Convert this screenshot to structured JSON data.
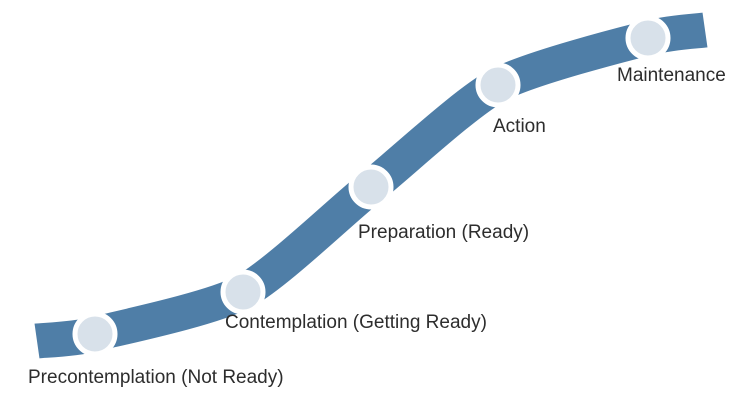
{
  "colors": {
    "background": "#ffffff",
    "ribbon": "#4f7ea7",
    "marker_fill": "#d8e1ea",
    "marker_ring": "#ffffff",
    "label_text": "#2d2d2d"
  },
  "stages": [
    {
      "label": "Precontemplation (Not Ready)"
    },
    {
      "label": "Contemplation (Getting Ready)"
    },
    {
      "label": "Preparation (Ready)"
    },
    {
      "label": "Action"
    },
    {
      "label": "Maintenance"
    }
  ]
}
